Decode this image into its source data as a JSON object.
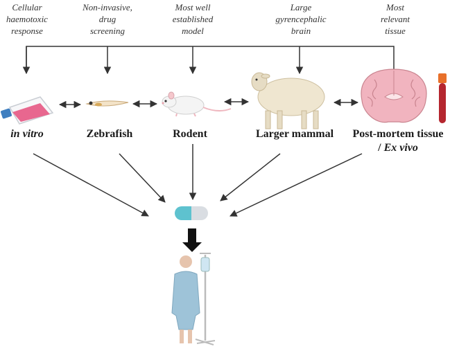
{
  "annotations": [
    {
      "id": "cellular",
      "text": "Cellular\nhaemotoxic\nresponse"
    },
    {
      "id": "noninvasive",
      "text": "Non-invasive,\ndrug\nscreening"
    },
    {
      "id": "established",
      "text": "Most well\nestablished\nmodel"
    },
    {
      "id": "gyrencephalic",
      "text": "Large\ngyrencephalic\nbrain"
    },
    {
      "id": "relevant",
      "text": "Most\nrelevant\ntissue"
    }
  ],
  "models": [
    {
      "id": "invitro",
      "label": "in vitro"
    },
    {
      "id": "zebrafish",
      "label": "Zebrafish"
    },
    {
      "id": "rodent",
      "label": "Rodent"
    },
    {
      "id": "mammal",
      "label": "Larger mammal"
    },
    {
      "id": "postmortem",
      "label_line1": "Post-mortem tissue",
      "label_line2_prefix": "/ ",
      "label_line2_italic": "Ex vivo"
    }
  ],
  "colors": {
    "arrow": "#333333",
    "flask_liquid": "#e8678f",
    "flask_cap": "#3f7fc0",
    "brain": "#f1b4bf",
    "blood": "#b5262f",
    "capsule": "#5ec2cf",
    "patient_gown": "#9ec3d8"
  }
}
